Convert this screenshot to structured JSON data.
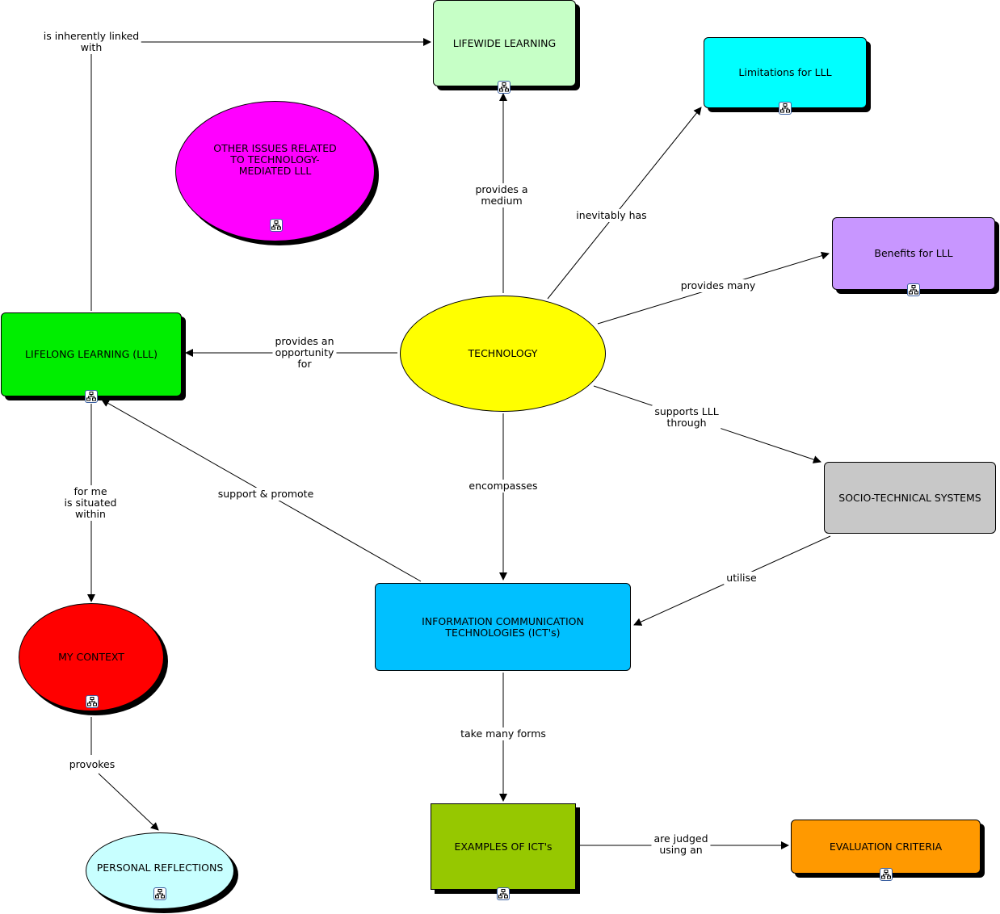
{
  "nodes": {
    "lifewide": "LIFEWIDE LEARNING",
    "limitations": "Limitations for LLL",
    "other_issues": "OTHER ISSUES RELATED TO TECHNOLOGY-MEDIATED LLL",
    "benefits": "Benefits for LLL",
    "lifelong": "LIFELONG LEARNING (LLL)",
    "technology": "TECHNOLOGY",
    "sociotech": "SOCIO-TECHNICAL SYSTEMS",
    "ict": "INFORMATION COMMUNICATION TECHNOLOGIES (ICT's)",
    "context": "MY CONTEXT",
    "reflections": "PERSONAL REFLECTIONS",
    "examples": "EXAMPLES OF ICT's",
    "evaluation": "EVALUATION CRITERIA"
  },
  "links": {
    "linked_with": "is inherently linked\nwith",
    "medium": "provides a\nmedium",
    "inevitably": "inevitably has",
    "provides_many": "provides many",
    "opportunity": "provides an\nopportunity\nfor",
    "supports": "supports LLL\nthrough",
    "support_promote": "support & promote",
    "encompasses": "encompasses",
    "situated": "for me\nis situated\nwithin",
    "utilise": "utilise",
    "take_forms": "take many forms",
    "provokes": "provokes",
    "judged": "are judged\nusing an"
  },
  "colors": {
    "lifewide": "#c6ffc6",
    "limitations": "#00ffff",
    "other_issues": "#ff00ff",
    "benefits": "#c896ff",
    "lifelong": "#00ee00",
    "technology": "#ffff00",
    "sociotech": "#c8c8c8",
    "ict": "#00c0ff",
    "context": "#ff0000",
    "reflections": "#c8ffff",
    "examples": "#96c800",
    "evaluation": "#ff9900"
  },
  "icons": {
    "submap": "concept-map-submap-icon"
  }
}
